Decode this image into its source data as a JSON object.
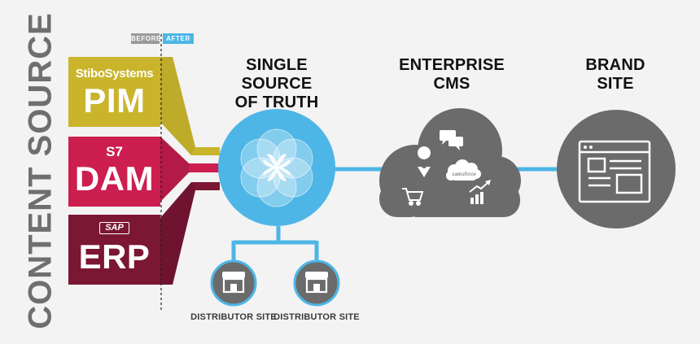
{
  "side_title": "CONTENT SOURCE",
  "tags": {
    "before": "BEFORE",
    "after": "AFTER"
  },
  "sources": [
    {
      "vendor": "StiboSystems",
      "system": "PIM",
      "color": "#c9b42b"
    },
    {
      "vendor": "S7",
      "system": "DAM",
      "color": "#cc1e4f"
    },
    {
      "vendor": "SAP",
      "system": "ERP",
      "color": "#7b1733"
    }
  ],
  "stages": {
    "single_source": [
      "SINGLE SOURCE",
      "OF TRUTH"
    ],
    "enterprise_cms": [
      "ENTERPRISE",
      "CMS"
    ],
    "brand_site": [
      "BRAND",
      "SITE"
    ]
  },
  "cms_brand_label": "salesforce",
  "distributors": [
    "DISTRIBUTOR SITE",
    "DISTRIBUTOR SITE"
  ],
  "colors": {
    "blue": "#4db6e6",
    "gray": "#6b6b6b",
    "tag_gray": "#9a9a9a",
    "background": "#f3f3f3"
  },
  "icons": [
    "flower-logo-icon",
    "chat-bubbles-icon",
    "location-pin-icon",
    "salesforce-cloud-icon",
    "shopping-cart-icon",
    "growth-chart-icon",
    "browser-window-icon",
    "storefront-icon"
  ]
}
